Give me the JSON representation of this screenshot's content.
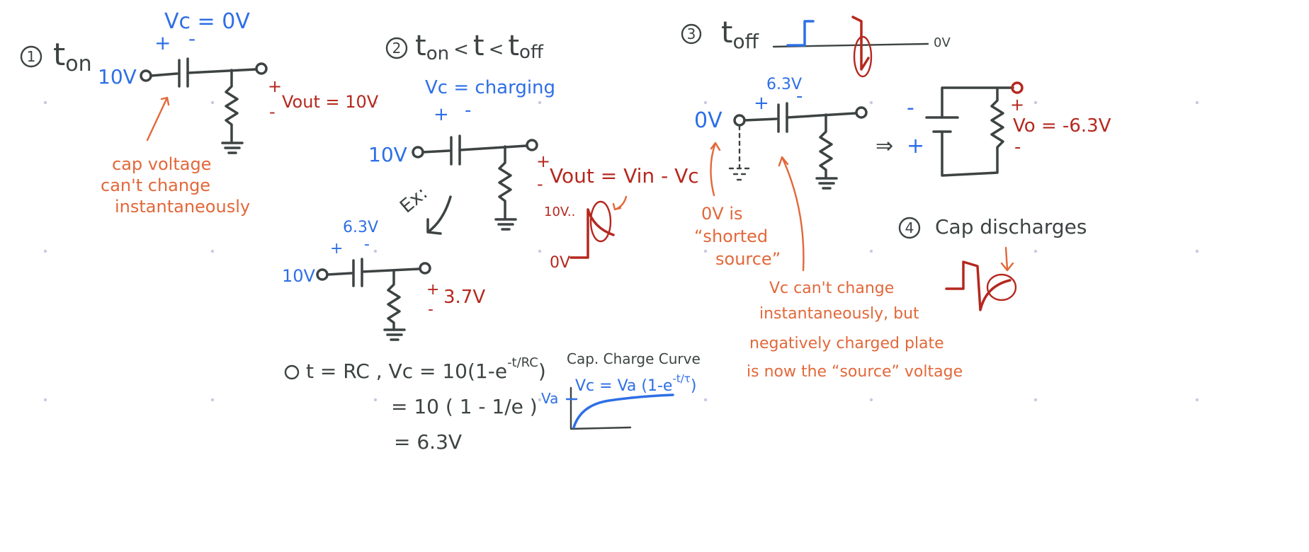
{
  "colors": {
    "pencil": "#3d4343",
    "blue": "#2e6fe6",
    "red": "#b5281f",
    "orange": "#e2683a",
    "grid_dot": "#c8c9e0"
  },
  "step1": {
    "number": "1",
    "heading": "t",
    "heading_sub": "on",
    "vc_label": "Vc = 0V",
    "plus": "+",
    "minus": "-",
    "vin": "10V",
    "vout": "Vout = 10V",
    "note_lines": [
      "cap voltage",
      "can't change",
      "instantaneously"
    ]
  },
  "step2": {
    "number": "2",
    "heading_t1": "t",
    "heading_t1_sub": "on",
    "heading_lt1": "<",
    "heading_t": "t",
    "heading_lt2": "<",
    "heading_t2": "t",
    "heading_t2_sub": "off",
    "vc_label": "Vc = charging",
    "plus": "+",
    "minus": "-",
    "vin": "10V",
    "vout": "Vout = Vin - Vc",
    "wave_top": "10V..",
    "wave_bottom": "0V",
    "ex_label": "Ex:",
    "ex_cap": "6.3V",
    "ex_vin": "10V",
    "ex_out": "3.7V",
    "calc_line1": "t = RC ,  Vc = 10(1-e",
    "calc_exp": "-t/RC",
    "calc_close": ")",
    "calc_line2": "= 10 ( 1 - 1/e )",
    "calc_line3": "= 6.3V",
    "curve_title": "Cap. Charge Curve",
    "curve_eq": "Vc = Va (1-e",
    "curve_exp": "-t/τ",
    "curve_eq_close": ")",
    "curve_va": "Va"
  },
  "step3": {
    "number": "3",
    "heading": "t",
    "heading_sub": "off",
    "wave_0v": "0V",
    "vc": "6.3V",
    "plus": "+",
    "minus": "-",
    "vin": "0V",
    "note_left_lines": [
      "0V is",
      "“shorted",
      "source”"
    ],
    "note_bottom_lines": [
      "Vc can't change",
      "instantaneously, but",
      "negatively charged plate",
      "is now the “source” voltage"
    ],
    "arrow": "⇒",
    "eq_minus": "-",
    "eq_plus": "+",
    "eq_vo": "Vo = -6.3V"
  },
  "step4": {
    "number": "4",
    "text": "Cap discharges"
  }
}
